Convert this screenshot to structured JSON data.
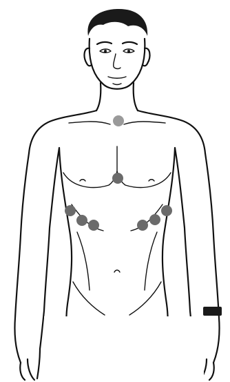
{
  "colors": {
    "line": "#111111",
    "marker": "#6b6b6b",
    "marker_neck": "#9a9a9a",
    "wristband": "#1a1a1a",
    "background": "#ffffff"
  },
  "markers": [
    {
      "id": "neck",
      "color": "#9a9a9a"
    },
    {
      "id": "sternum",
      "color": "#6b6b6b"
    },
    {
      "id": "right-chest-1",
      "color": "#6b6b6b"
    },
    {
      "id": "right-chest-2",
      "color": "#6b6b6b"
    },
    {
      "id": "right-chest-3",
      "color": "#6b6b6b"
    },
    {
      "id": "left-chest-1",
      "color": "#6b6b6b"
    },
    {
      "id": "left-chest-2",
      "color": "#6b6b6b"
    },
    {
      "id": "left-chest-3",
      "color": "#6b6b6b"
    }
  ]
}
